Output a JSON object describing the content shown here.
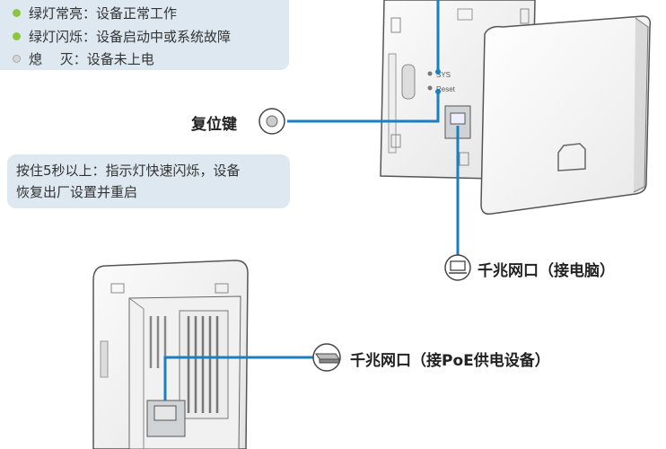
{
  "legend": {
    "items": [
      {
        "color": "#8cc63f",
        "text": "绿灯常亮：设备正常工作"
      },
      {
        "color": "#8cc63f",
        "text": "绿灯闪烁：设备启动中或系统故障"
      },
      {
        "color": "#d7d7d7",
        "text": "熄　 灭：设备未上电"
      }
    ]
  },
  "reset": {
    "label": "复位键",
    "note_line1": "按住5秒以上：指示灯快速闪烁，设备",
    "note_line2": "恢复出厂设置并重启"
  },
  "device": {
    "sys_label": "SYS",
    "reset_label": "Reset"
  },
  "ports": {
    "lan_label": "千兆网口（接电脑）",
    "poe_label": "千兆网口（接PoE供电设备）"
  },
  "colors": {
    "line": "#1a7fc1",
    "box": "#dde8f0"
  }
}
